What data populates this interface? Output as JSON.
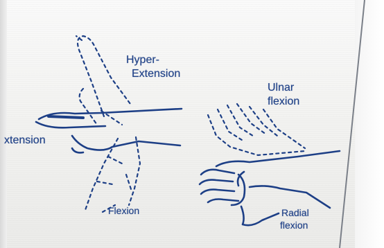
{
  "labels": {
    "hyper_line1": "Hyper-",
    "hyper_line2": "Extension",
    "ulnar_line1": "Ulnar",
    "ulnar_line2": "flexion",
    "extension": "xtension",
    "flexion": "Flexion",
    "radial_line1": "Radial",
    "radial_line2": "flexion"
  },
  "colors": {
    "ink": "#1d3f86",
    "paper": "#f2f2f0"
  }
}
